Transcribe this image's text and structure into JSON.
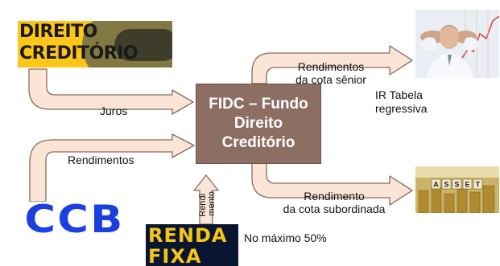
{
  "logos": {
    "direito_creditorio_line1": "DIREITO",
    "direito_creditorio_line2": "CREDITÓRIO",
    "ccb": "CCB",
    "renda_fixa_line1": "RENDA",
    "renda_fixa_line2": "FIXA",
    "asset_letters": [
      "A",
      "S",
      "S",
      "E",
      "T"
    ]
  },
  "fidc": {
    "line1": "FIDC – Fundo",
    "line2": "Direito",
    "line3": "Creditório"
  },
  "labels": {
    "juros": "Juros",
    "rendimentos": "Rendimentos",
    "rendimento_vertical_1": "Rendi",
    "rendimento_vertical_2": "mento",
    "no_maximo": "No máximo 50%",
    "senior_line1": "Rendimentos",
    "senior_line2": "da cota sênior",
    "ir_line1": "IR Tabela",
    "ir_line2": "regressiva",
    "subordinada_line1": "Rendimento",
    "subordinada_line2": "da cota subordinada"
  },
  "colors": {
    "arrow_fill": "#fbe5d6",
    "arrow_stroke": "#8a6a5c",
    "fidc_box": "#8d6e63",
    "ccb_blue": "#1c3fe0",
    "logo_yellow": "#ffc61a",
    "renda_fixa_bg": "#0a1631",
    "renda_fixa_text": "#f5c518"
  }
}
